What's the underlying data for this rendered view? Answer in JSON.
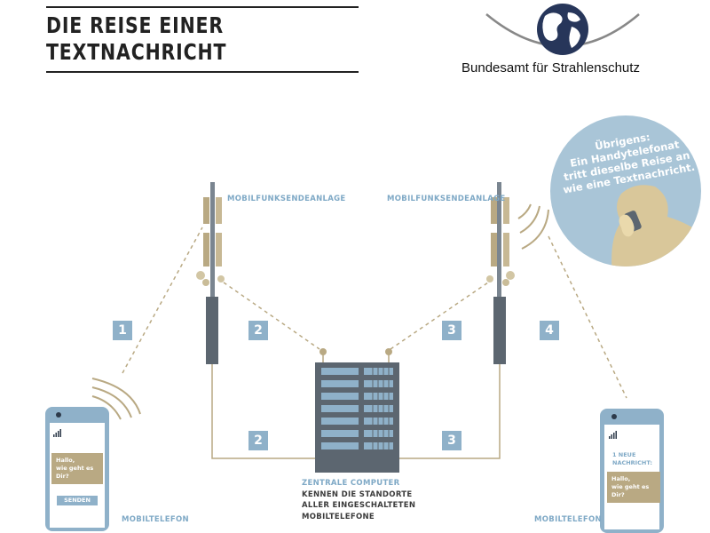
{
  "header": {
    "title_line1": "DIE REISE EINER",
    "title_line2": "TEXTNACHRICHT"
  },
  "logo": {
    "organization": "Bundesamt für Strahlenschutz"
  },
  "labels": {
    "tower_left": "MOBILFUNKSENDEANLAGE",
    "tower_right": "MOBILFUNKSENDEANLAGE",
    "phone_left": "MOBILTELEFON",
    "phone_right": "MOBILTELEFON"
  },
  "steps": {
    "s1": "1",
    "s2a": "2",
    "s2b": "2",
    "s3a": "3",
    "s3b": "3",
    "s4": "4"
  },
  "server_caption": {
    "line1": "ZENTRALE COMPUTER",
    "line2": "KENNEN DIE STANDORTE",
    "line3": "ALLER EINGESCHALTETEN",
    "line4": "MOBILTELEFONE"
  },
  "bubble": {
    "line1": "Übrigens:",
    "line2": "Ein Handytelefonat",
    "line3": "tritt dieselbe Reise an",
    "line4": "wie eine Textnachricht."
  },
  "phone_left": {
    "msg_line1": "Hallo,",
    "msg_line2": "wie geht es Dir?",
    "button": "SENDEN"
  },
  "phone_right": {
    "notice_line1": "1 NEUE",
    "notice_line2": "NACHRICHT:",
    "msg_line1": "Hallo,",
    "msg_line2": "wie geht es Dir?"
  },
  "colors": {
    "dark": "#222222",
    "blue": "#8fb1c9",
    "tan": "#b9a983",
    "grey": "#5c6670",
    "bubble": "#a9c5d7"
  }
}
